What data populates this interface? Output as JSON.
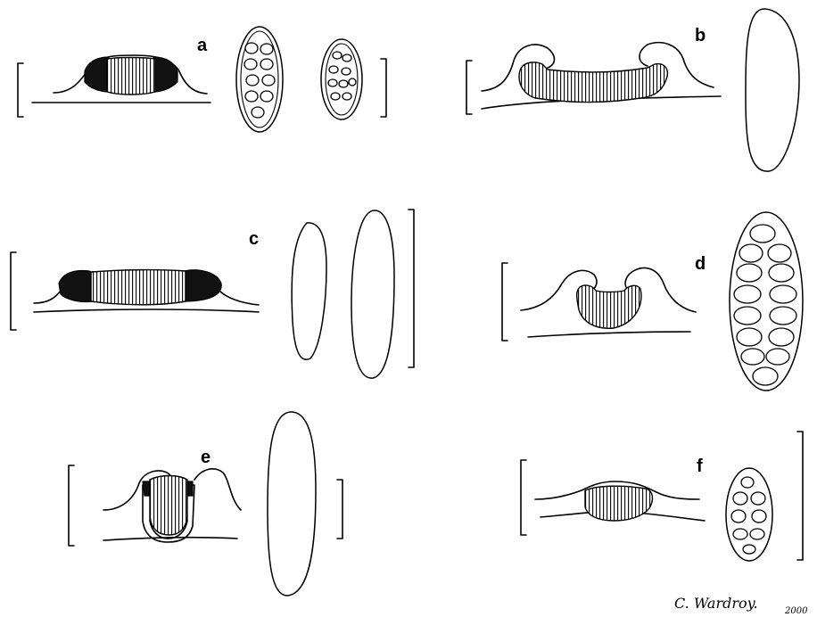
{
  "figure": {
    "panels": [
      {
        "id": "a",
        "label": "a"
      },
      {
        "id": "b",
        "label": "b"
      },
      {
        "id": "c",
        "label": "c"
      },
      {
        "id": "d",
        "label": "d"
      },
      {
        "id": "e",
        "label": "e"
      },
      {
        "id": "f",
        "label": "f"
      }
    ],
    "signature": {
      "name": "C. Wardroy.",
      "year": "2000"
    }
  }
}
